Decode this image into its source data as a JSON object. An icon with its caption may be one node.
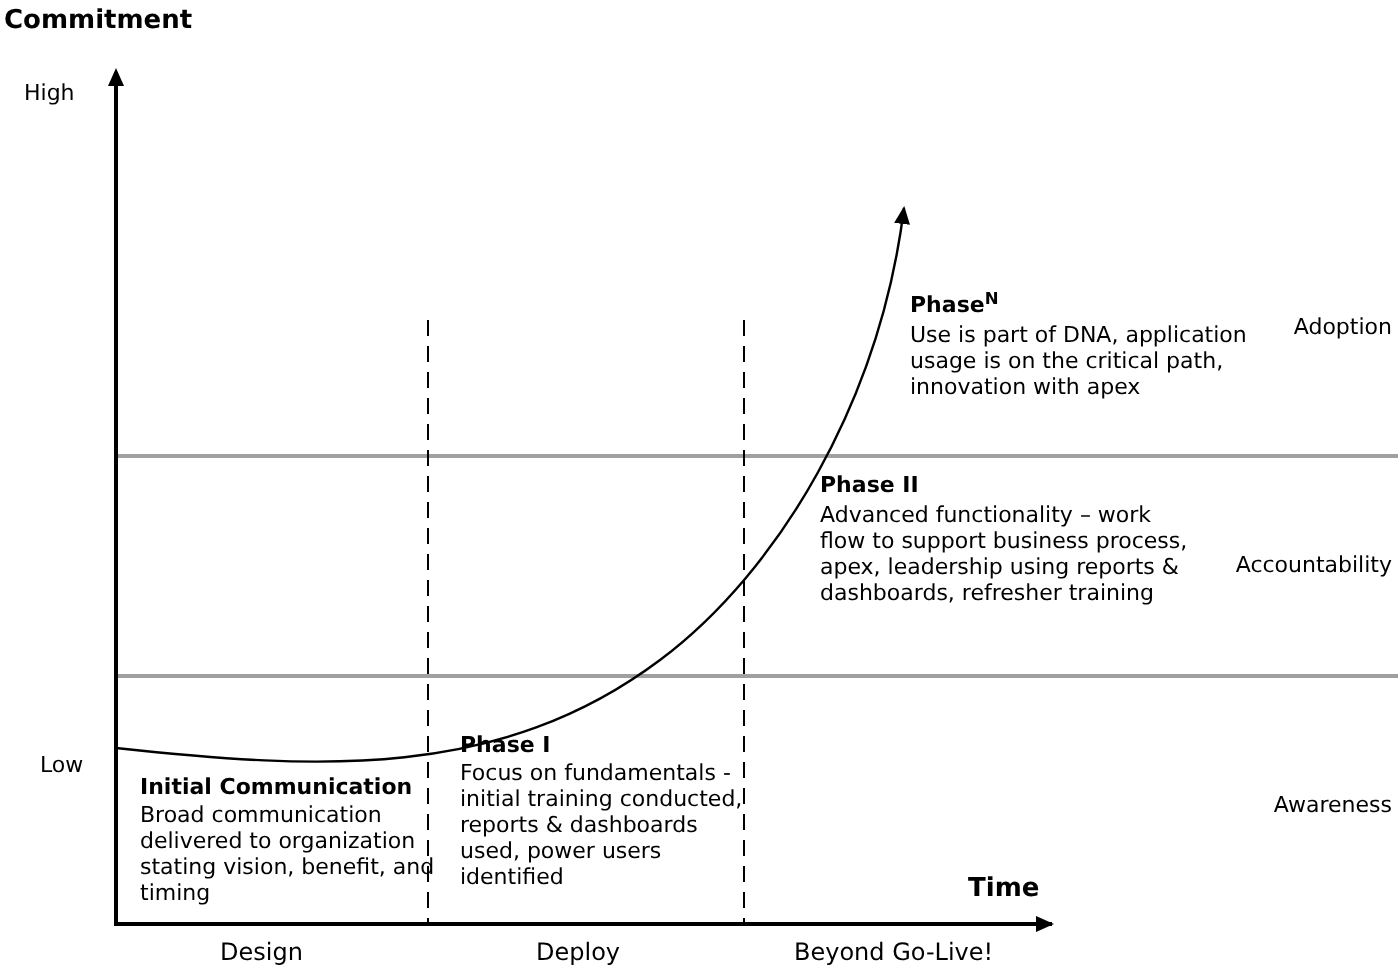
{
  "diagram": {
    "labels": [
      "Commitment",
      "High",
      "Phase$^{N}$",
      "Use is part of DNA, application usage is on the critical path, innovation with apex",
      "Adoption",
      "Phase II",
      "Advanced functionality – work flow to support business process, apex, leadership using reports & dashboards, refresher training",
      "Accountability",
      "Low",
      "Initial Communication",
      "Broad communication delivered to organization stating vision, benefit, and timing",
      "Phase I",
      "Focus on fundamentals - initial training conducted, reports & dashboards used, power users identified",
      "Awareness",
      "Time",
      "Design",
      "Deploy",
      "Beyond Go-Live!"
    ]
  }
}
